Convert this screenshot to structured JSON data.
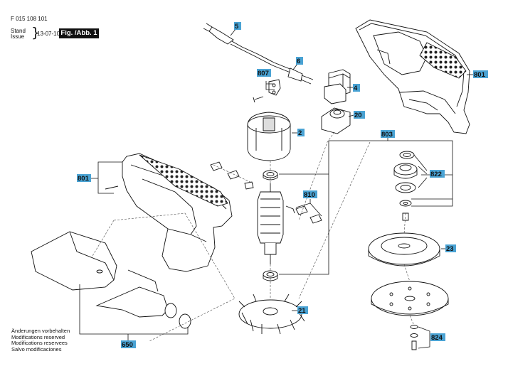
{
  "header": {
    "doc_number": "F 015 108 101",
    "stand_label": "Stand",
    "issue_label": "Issue",
    "date": "13-07-10",
    "fig_label": "Fig. /Abb. 1"
  },
  "footer": {
    "lines": [
      "Änderungen vorbehalten",
      "Modifications reserved",
      "Modifications reservees",
      "Salvo modificaciones"
    ]
  },
  "callouts": {
    "c5": "5",
    "c6": "6",
    "c807": "807",
    "c4": "4",
    "c20": "20",
    "c2": "2",
    "c801_top": "801",
    "c801_left": "801",
    "c803": "803",
    "c822": "822",
    "c810": "810",
    "c23": "23",
    "c21": "21",
    "c824": "824",
    "c650": "650"
  },
  "colors": {
    "callout_fill": "#4aa3d4",
    "line": "#111111"
  }
}
